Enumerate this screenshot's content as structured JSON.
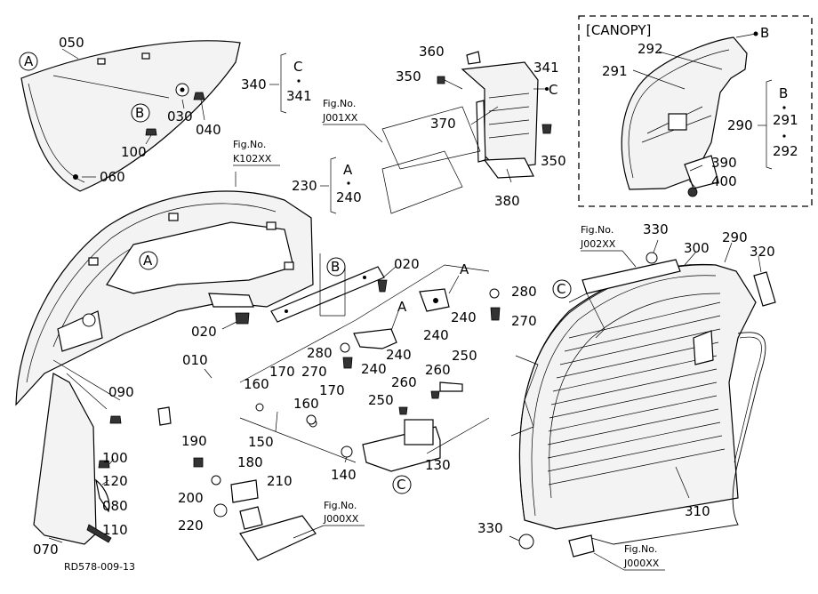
{
  "parts": {
    "p050": "050",
    "p030": "030",
    "p040": "040",
    "p100a": "100",
    "p060": "060",
    "p020a": "020",
    "p020b": "020",
    "p010": "010",
    "p090": "090",
    "p100b": "100",
    "p120": "120",
    "p080": "080",
    "p110": "110",
    "p070": "070",
    "p190": "190",
    "p180": "180",
    "p200": "200",
    "p210": "210",
    "p220": "220",
    "p160a": "160",
    "p170a": "170",
    "p160b": "160",
    "p170b": "170",
    "p150": "150",
    "p140": "140",
    "p130": "130",
    "p280a": "280",
    "p270a": "270",
    "p240a": "240",
    "p240b": "240",
    "p240c": "240",
    "p240d": "240",
    "p250a": "250",
    "p260a": "260",
    "p260b": "260",
    "p250b": "250",
    "p280b": "280",
    "p270b": "270",
    "p360": "360",
    "p350a": "350",
    "p341": "341",
    "p370": "370",
    "p350b": "350",
    "p380": "380",
    "p340": "340",
    "p230": "230",
    "p291": "291",
    "p292": "292",
    "p290": "290",
    "p390": "390",
    "p400": "400",
    "p330a": "330",
    "p300": "300",
    "p290b": "290",
    "p320": "320",
    "p310": "310",
    "p330b": "330"
  },
  "groups": {
    "g340": {
      "top": "C",
      "bottom": "341"
    },
    "g230": {
      "top": "A",
      "bottom": "240"
    },
    "g290": {
      "top": "B",
      "mid": "291",
      "bottom": "292"
    }
  },
  "refs": {
    "A1": "A",
    "A2": "A",
    "B1": "B",
    "B2": "B",
    "C1": "C",
    "C2": "C",
    "A3": "A",
    "A4": "A",
    "Ctag": "C",
    "Btag": "B"
  },
  "figs": {
    "fig_k102": {
      "label": "Fig.No.",
      "code": "K102XX"
    },
    "fig_j001": {
      "label": "Fig.No.",
      "code": "J001XX"
    },
    "fig_j002": {
      "label": "Fig.No.",
      "code": "J002XX"
    },
    "fig_j000a": {
      "label": "Fig.No.",
      "code": "J000XX"
    },
    "fig_j000b": {
      "label": "Fig.No.",
      "code": "J000XX"
    }
  },
  "canopy_title": "[CANOPY]",
  "drawing_code": "RD578-009-13"
}
